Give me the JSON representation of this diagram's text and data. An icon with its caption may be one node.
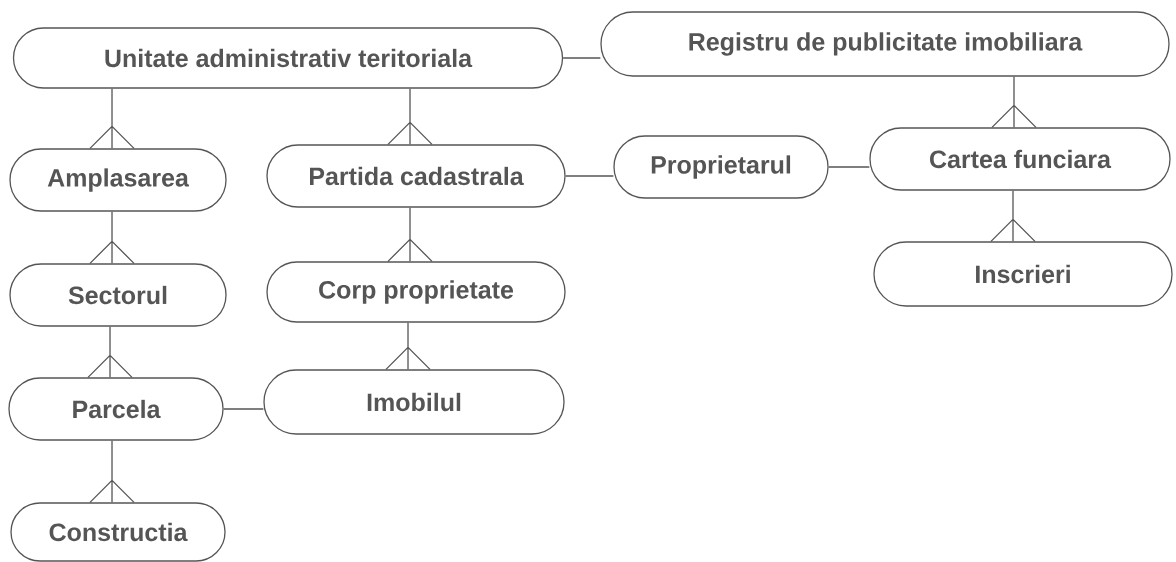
{
  "diagram": {
    "nodes": [
      {
        "text": [
          "Unitate administrativ teritoriala"
        ]
      },
      {
        "text": [
          "Registru de publicitate imobiliara"
        ]
      },
      {
        "text": [
          "Amplasarea"
        ]
      },
      {
        "text": [
          "Partida cadastrala"
        ]
      },
      {
        "text": [
          "Proprietarul"
        ]
      },
      {
        "text": [
          "Cartea funciara"
        ]
      },
      {
        "text": [
          "Sectorul"
        ]
      },
      {
        "text": [
          "Corp proprietate"
        ]
      },
      {
        "text": [
          "Inscrieri"
        ]
      },
      {
        "text": [
          "Parcela"
        ]
      },
      {
        "text": [
          "Imobilul"
        ]
      },
      {
        "text": [
          "Constructia"
        ]
      }
    ],
    "edges": [
      {
        "from": 0,
        "to": 1,
        "arrow": "none"
      },
      {
        "from": 0,
        "to": 2,
        "arrow": "other"
      },
      {
        "from": 0,
        "to": 3,
        "arrow": "other"
      },
      {
        "from": 1,
        "to": 5,
        "arrow": "other"
      },
      {
        "from": 3,
        "to": 4,
        "arrow": "none"
      },
      {
        "from": 4,
        "to": 5,
        "arrow": "none"
      },
      {
        "from": 2,
        "to": 6,
        "arrow": "other"
      },
      {
        "from": 3,
        "to": 7,
        "arrow": "other"
      },
      {
        "from": 5,
        "to": 8,
        "arrow": "other"
      },
      {
        "from": 6,
        "to": 9,
        "arrow": "other"
      },
      {
        "from": 7,
        "to": 10,
        "arrow": "other"
      },
      {
        "from": 9,
        "to": 10,
        "arrow": "none"
      },
      {
        "from": 9,
        "to": 11,
        "arrow": "other"
      }
    ]
  }
}
